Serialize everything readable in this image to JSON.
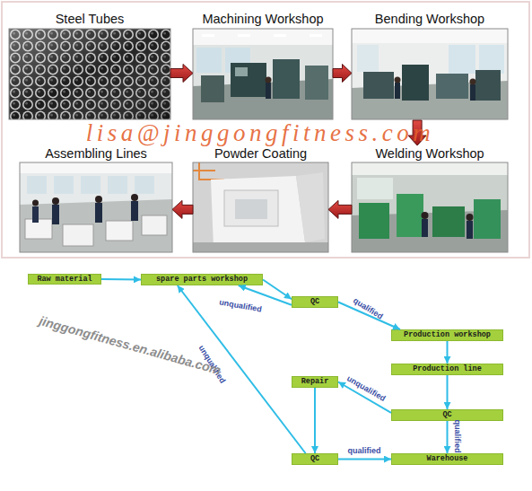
{
  "diagram": {
    "nodes": [
      {
        "text": [
          "Steel Tubes"
        ]
      },
      {
        "text": [
          "Machining Workshop"
        ]
      },
      {
        "text": [
          "Bending Workshop"
        ]
      },
      {
        "text": [
          "Assembling Lines"
        ]
      },
      {
        "text": [
          "Powder Coating"
        ]
      },
      {
        "text": [
          "Welding Workshop"
        ]
      },
      {
        "text": [
          "Raw material"
        ]
      },
      {
        "text": [
          "spare parts workshop"
        ]
      },
      {
        "text": [
          "QC"
        ]
      },
      {
        "text": [
          "Production workshop"
        ]
      },
      {
        "text": [
          "Production line"
        ]
      },
      {
        "text": [
          "Repair"
        ]
      },
      {
        "text": [
          "QC"
        ]
      },
      {
        "text": [
          "QC"
        ]
      },
      {
        "text": [
          "Warehouse"
        ]
      }
    ],
    "edges": [
      {
        "from": 0,
        "to": 1,
        "arrow": "to"
      },
      {
        "from": 1,
        "to": 2,
        "arrow": "to"
      },
      {
        "from": 2,
        "to": 5,
        "arrow": "to"
      },
      {
        "from": 5,
        "to": 4,
        "arrow": "to"
      },
      {
        "from": 4,
        "to": 3,
        "arrow": "to"
      },
      {
        "from": 6,
        "to": 7,
        "arrow": "to"
      },
      {
        "from": 7,
        "to": 8,
        "arrow": "to"
      },
      {
        "from": 8,
        "to": 7,
        "label": "unqualified",
        "arrow": "to"
      },
      {
        "from": 8,
        "to": 9,
        "label": "qualified",
        "arrow": "to"
      },
      {
        "from": 9,
        "to": 10,
        "arrow": "to"
      },
      {
        "from": 10,
        "to": 12,
        "arrow": "to"
      },
      {
        "from": 12,
        "to": 11,
        "label": "unqualified",
        "arrow": "to"
      },
      {
        "from": 12,
        "to": 14,
        "label": "qualified",
        "arrow": "to"
      },
      {
        "from": 11,
        "to": 13,
        "arrow": "to"
      },
      {
        "from": 13,
        "to": 14,
        "label": "qualified",
        "arrow": "to"
      },
      {
        "from": 13,
        "to": 7,
        "label": "unqualified",
        "arrow": "to"
      }
    ],
    "labels": [
      "lisa@jinggongfitness.com",
      "jinggongfitness.en.alibaba.com"
    ]
  }
}
